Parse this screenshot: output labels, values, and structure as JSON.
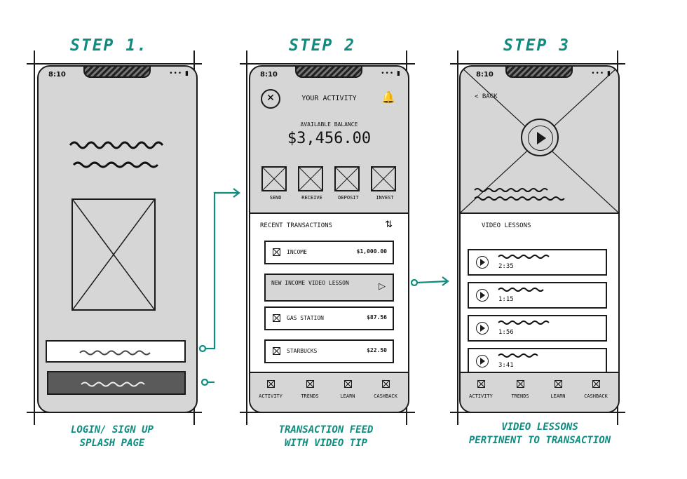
{
  "steps": [
    {
      "label": "STEP 1.",
      "caption_line1": "LOGIN/ SIGN UP",
      "caption_line2": "SPLASH PAGE"
    },
    {
      "label": "STEP 2",
      "caption_line1": "TRANSACTION FEED",
      "caption_line2": "WITH VIDEO TIP"
    },
    {
      "label": "STEP 3",
      "caption_line1": "VIDEO LESSONS",
      "caption_line2": "PERTINENT TO TRANSACTION"
    }
  ],
  "status_time": "8:10",
  "screen2": {
    "title": "YOUR ACTIVITY",
    "balance_label": "AVAILABLE BALANCE",
    "balance_value": "$3,456.00",
    "actions": [
      "SEND",
      "RECEIVE",
      "DEPOSIT",
      "INVEST"
    ],
    "recent_title": "RECENT TRANSACTIONS",
    "transactions": [
      {
        "label": "INCOME",
        "amount": "$1,000.00"
      },
      {
        "label": "NEW INCOME VIDEO LESSON",
        "amount": ""
      },
      {
        "label": "GAS STATION",
        "amount": "$87.56"
      },
      {
        "label": "STARBUCKS",
        "amount": "$22.50"
      }
    ]
  },
  "screen3": {
    "back_label": "< BACK",
    "section_title": "VIDEO LESSONS",
    "lessons": [
      {
        "duration": "2:35"
      },
      {
        "duration": "1:15"
      },
      {
        "duration": "1:56"
      },
      {
        "duration": "3:41"
      }
    ]
  },
  "nav": [
    "ACTIVITY",
    "TRENDS",
    "LEARN",
    "CASHBACK"
  ],
  "colors": {
    "annotation": "#0f8c80",
    "screen": "#d6d6d6",
    "ink": "#1b1b1b",
    "button_dark": "#5a5a5a"
  }
}
